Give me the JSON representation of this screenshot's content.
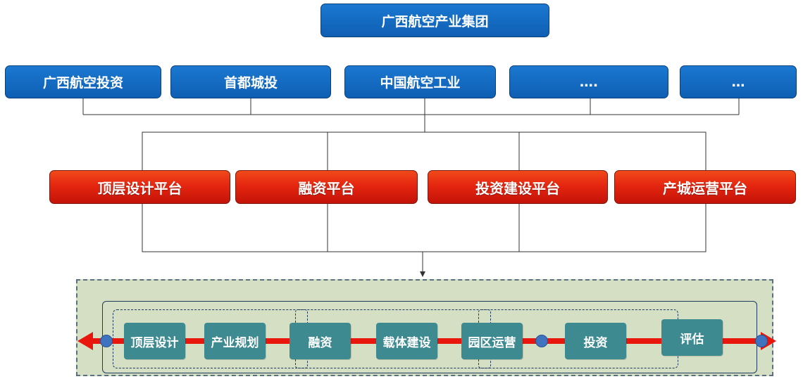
{
  "top": {
    "title": "广西航空产业集团"
  },
  "partners": [
    {
      "label": "广西航空投资"
    },
    {
      "label": "首都城投"
    },
    {
      "label": "中国航空工业"
    },
    {
      "label": "…."
    },
    {
      "label": "…"
    }
  ],
  "platforms": [
    {
      "label": "顶层设计平台"
    },
    {
      "label": "融资平台"
    },
    {
      "label": "投资建设平台"
    },
    {
      "label": "产城运营平台"
    }
  ],
  "process": [
    {
      "label": "顶层设计"
    },
    {
      "label": "产业规划"
    },
    {
      "label": "融资"
    },
    {
      "label": "载体建设"
    },
    {
      "label": "园区运营"
    },
    {
      "label": "投资"
    },
    {
      "label": "评估"
    }
  ],
  "colors": {
    "blue_node": "#0e5fb3",
    "red_node": "#e52610",
    "teal_node": "#3d8b91",
    "panel_bg": "#d4dfc3",
    "arrow": "#e8160d",
    "dot": "#3f73c0"
  }
}
